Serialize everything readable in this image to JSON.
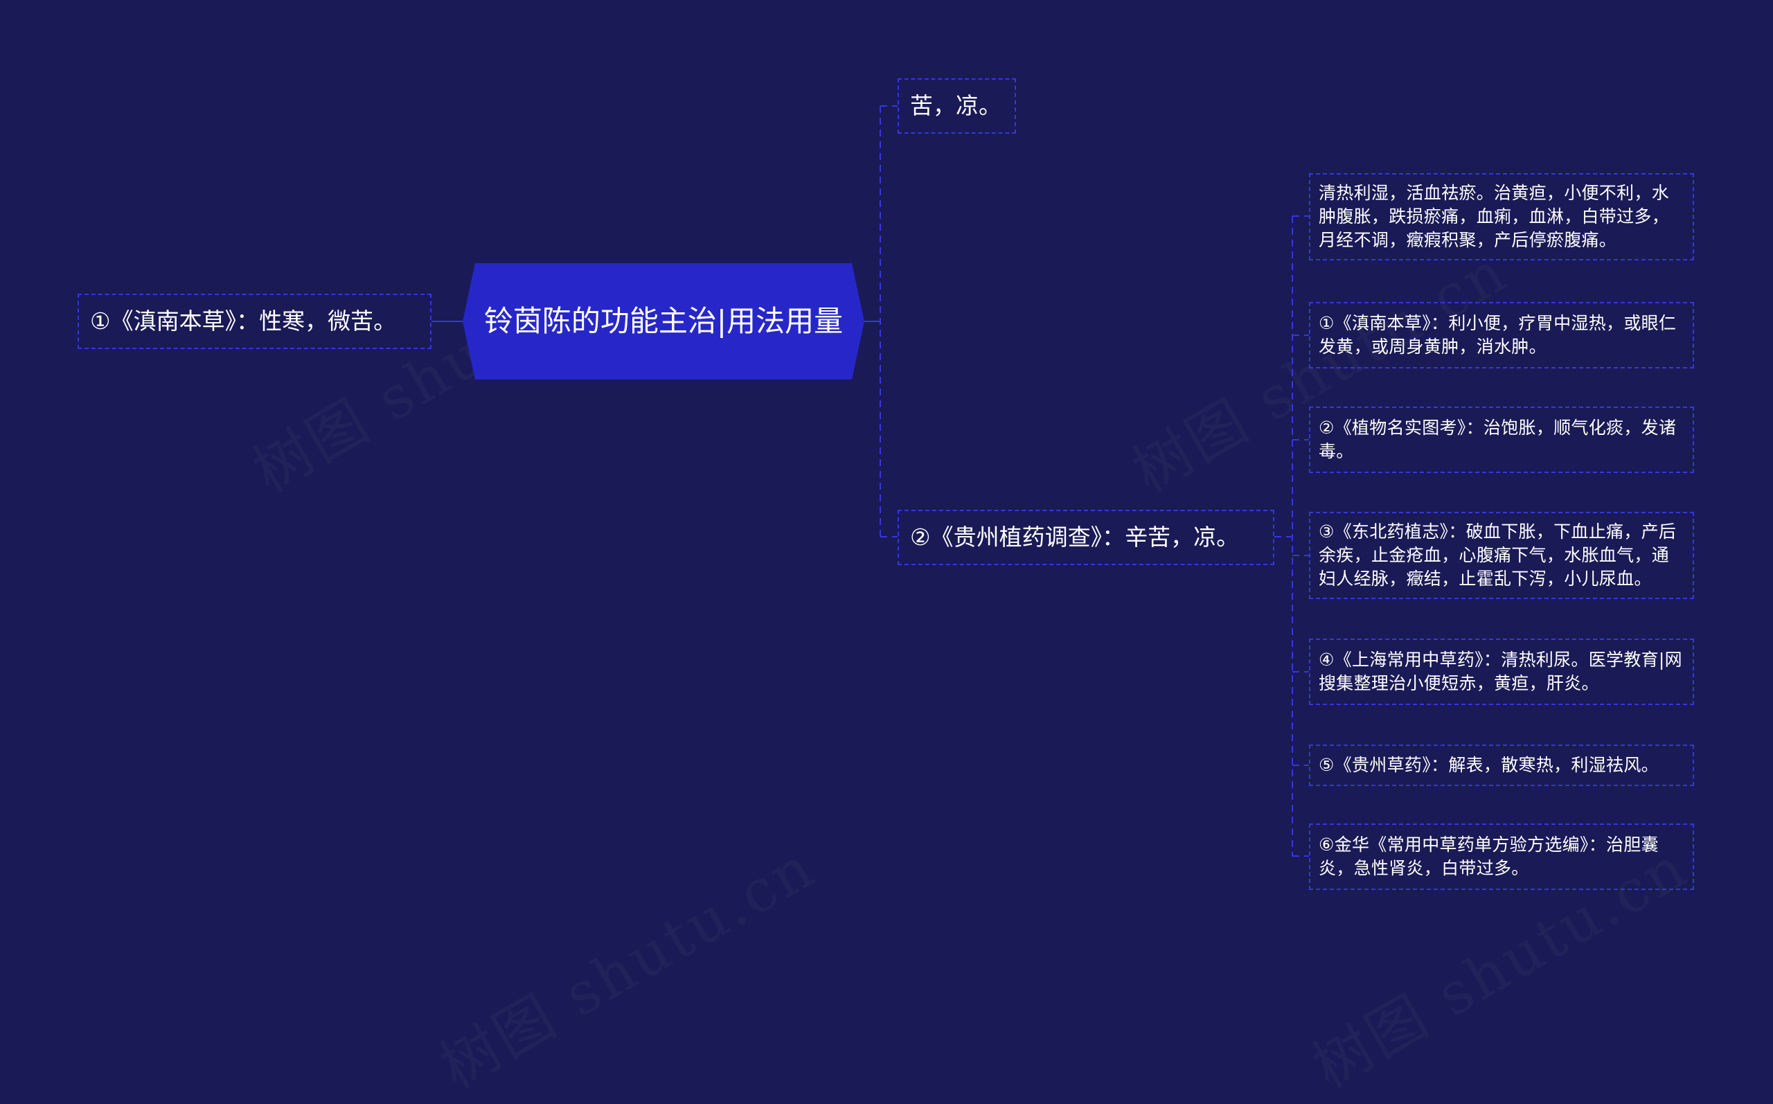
{
  "colors": {
    "background": "#1a1a56",
    "center_fill": "#2727c9",
    "dashed_border": "#3636e0",
    "text": "#ffffff"
  },
  "watermark": {
    "text": "树图 shutu.cn"
  },
  "center": {
    "title": "铃茵陈的功能主治|用法用量"
  },
  "left_branch": {
    "label": "①《滇南本草》：性寒，微苦。"
  },
  "right_branches": [
    {
      "label": "苦，凉。"
    },
    {
      "label": "②《贵州植药调查》：辛苦，凉。",
      "children": [
        "清热利湿，活血祛瘀。治黄疸，小便不利，水肿腹胀，跌损瘀痛，血痢，血淋，白带过多，月经不调，癥瘕积聚，产后停瘀腹痛。",
        "①《滇南本草》：利小便，疗胃中湿热，或眼仁发黄，或周身黄肿，消水肿。",
        "②《植物名实图考》：治饱胀，顺气化痰，发诸毒。",
        "③《东北药植志》：破血下胀，下血止痛，产后余疾，止金疮血，心腹痛下气，水胀血气，通妇人经脉，癥结，止霍乱下泻，小儿尿血。",
        "④《上海常用中草药》：清热利尿。医学教育|网搜集整理治小便短赤，黄疸，肝炎。",
        "⑤《贵州草药》：解表，散寒热，利湿祛风。",
        "⑥金华《常用中草药单方验方选编》：治胆囊炎，急性肾炎，白带过多。"
      ]
    }
  ]
}
